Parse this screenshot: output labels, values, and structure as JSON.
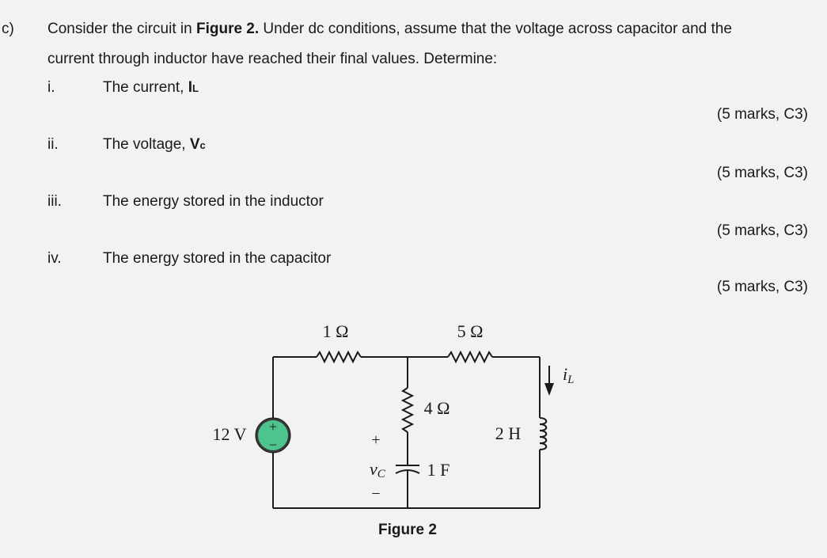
{
  "question": {
    "label": "c)",
    "intro_part1": "Consider the circuit in ",
    "intro_fig": "Figure 2.",
    "intro_part2": " Under dc conditions, assume that the voltage across capacitor and the",
    "intro_line2": "current through inductor have reached their final values. Determine:"
  },
  "items": [
    {
      "num": "i.",
      "text": "The current, ",
      "sym": "I",
      "sub": "L",
      "marks": "(5 marks, C3)"
    },
    {
      "num": "ii.",
      "text": "The voltage, ",
      "sym": "V",
      "sub": "c",
      "marks": "(5 marks, C3)"
    },
    {
      "num": "iii.",
      "text": "The energy stored in the inductor",
      "marks": "(5 marks, C3)"
    },
    {
      "num": "iv.",
      "text": "The energy stored in the capacitor",
      "marks": "(5 marks, C3)"
    }
  ],
  "circuit": {
    "r1": "1 Ω",
    "r2": "5 Ω",
    "r3": "4 Ω",
    "source": "12 V",
    "plus": "+",
    "minus": "−",
    "inductor": "2 H",
    "capacitor": "1 F",
    "vc_v": "v",
    "vc_sub": "C",
    "il_i": "i",
    "il_sub": "L",
    "caption": "Figure 2"
  }
}
